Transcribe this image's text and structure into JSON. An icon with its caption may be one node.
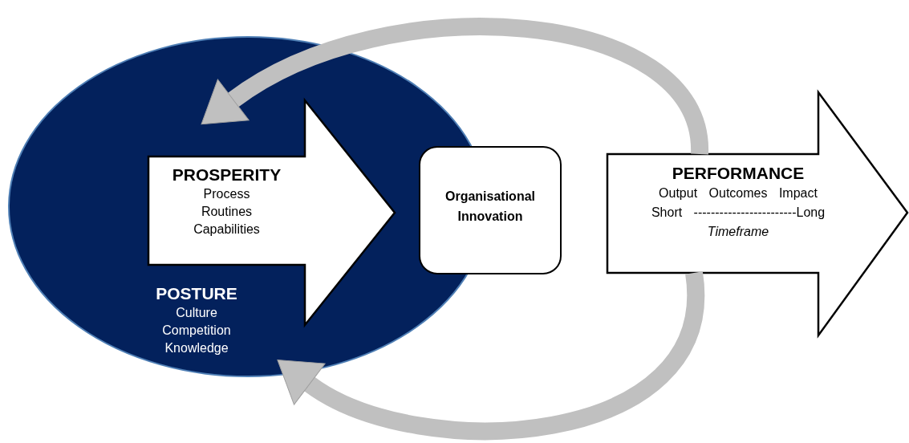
{
  "diagram": {
    "nodes": [
      {
        "text": [
          "POSTURE",
          "Culture Competition Knowledge"
        ]
      },
      {
        "text": [
          "PROSPERITY",
          "Process Routines Capabilities"
        ],
        "in": 0
      },
      {
        "text": [
          "Organisational Innovation"
        ]
      },
      {
        "text": [
          "PERFORMANCE",
          "Output Outcomes Impact",
          "Short ------------------------Long",
          "Timeframe"
        ]
      }
    ],
    "edges": [
      {
        "from": 3,
        "to": 0,
        "arrow": "to"
      },
      {
        "from": 3,
        "to": 0,
        "arrow": "to"
      }
    ]
  }
}
